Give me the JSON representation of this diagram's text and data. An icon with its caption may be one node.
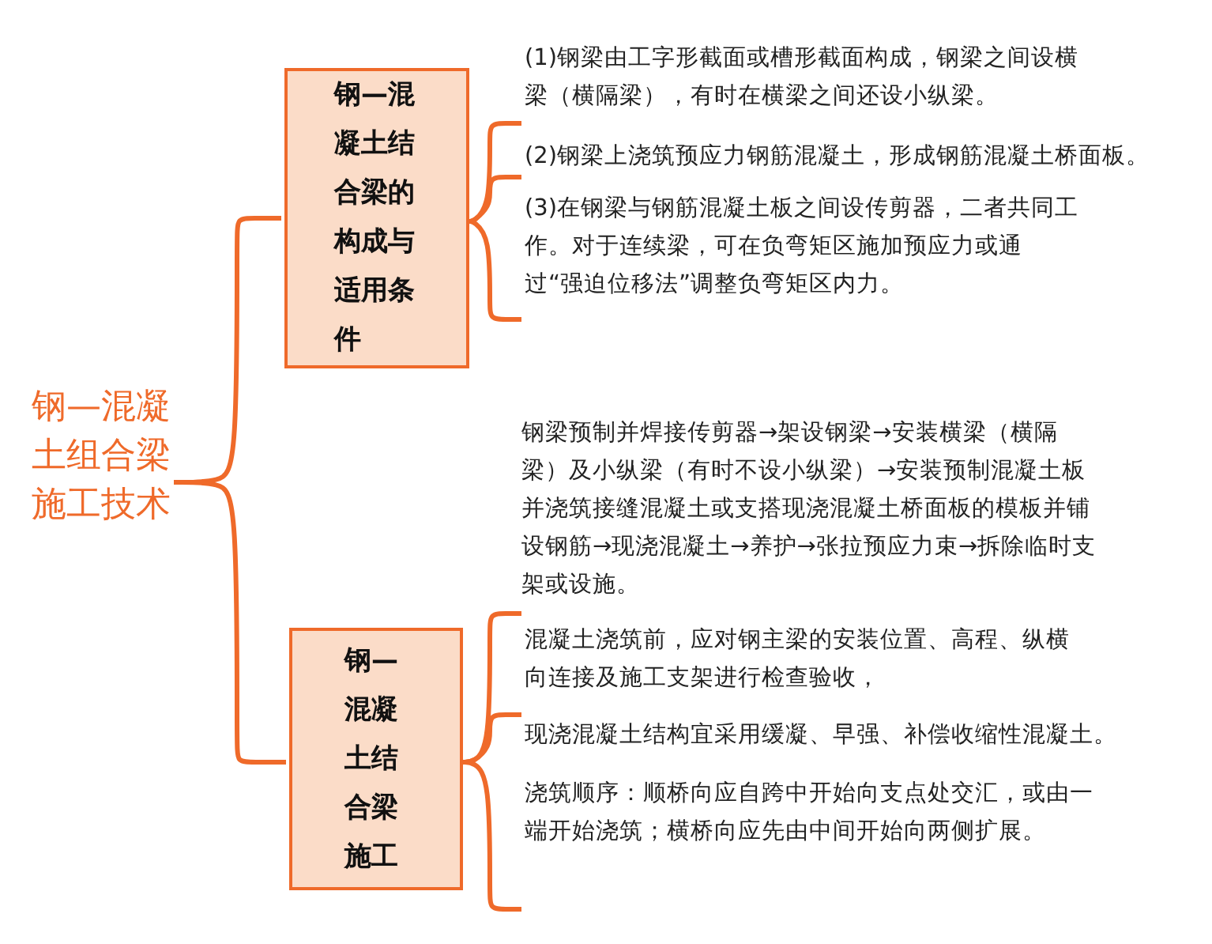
{
  "diagram": {
    "nodes": [
      {
        "text": [
          "钢—混凝土组合梁施工技术"
        ]
      },
      {
        "text": [
          "钢—混凝土结合梁的构成与适用条件"
        ]
      },
      {
        "text": [
          "(1)钢梁由工字形截面或槽形截面构成，钢梁之间设横梁（横隔梁），有时在横梁之间还设小纵梁。"
        ]
      },
      {
        "text": [
          "(2)钢梁上浇筑预应力钢筋混凝土，形成钢筋混凝土桥面板。"
        ]
      },
      {
        "text": [
          "(3)在钢梁与钢筋混凝土板之间设传剪器，二者共同工作。对于连续梁，可在负弯矩区施加预应力或通过“强迫位移法”调整负弯矩区内力。"
        ]
      },
      {
        "text": [
          "钢—混凝土结合梁施工"
        ]
      },
      {
        "text": [
          "混凝土浇筑前，应对钢主梁的安装位置、高程、纵横向连接及施工支架进行检查验收，"
        ]
      },
      {
        "text": [
          "现浇混凝土结构宜采用缓凝、早强、补偿收缩性混凝土。"
        ]
      },
      {
        "text": [
          "浇筑顺序：顺桥向应自跨中开始向支点处交汇，或由一端开始浇筑；横桥向应先由中间开始向两侧扩展。"
        ]
      }
    ],
    "edges": [
      {
        "from": 0,
        "to": 1,
        "arrow": "none"
      },
      {
        "from": 0,
        "to": 5,
        "arrow": "none"
      },
      {
        "from": 1,
        "to": 2,
        "arrow": "none"
      },
      {
        "from": 1,
        "to": 3,
        "arrow": "none"
      },
      {
        "from": 1,
        "to": 4,
        "arrow": "none"
      },
      {
        "from": 5,
        "to": 6,
        "arrow": "none"
      },
      {
        "from": 5,
        "to": 7,
        "arrow": "none"
      },
      {
        "from": 5,
        "to": 8,
        "arrow": "none"
      }
    ],
    "labels": [
      "钢梁预制并焊接传剪器→架设钢梁→安装横梁（横隔梁）及小纵梁（有时不设小纵梁）→安装预制混凝土板并浇筑接缝混凝土或支搭现浇混凝土桥面板的模板并铺设钢筋→现浇混凝土→养护→张拉预应力束→拆除临时支架或设施。"
    ]
  }
}
